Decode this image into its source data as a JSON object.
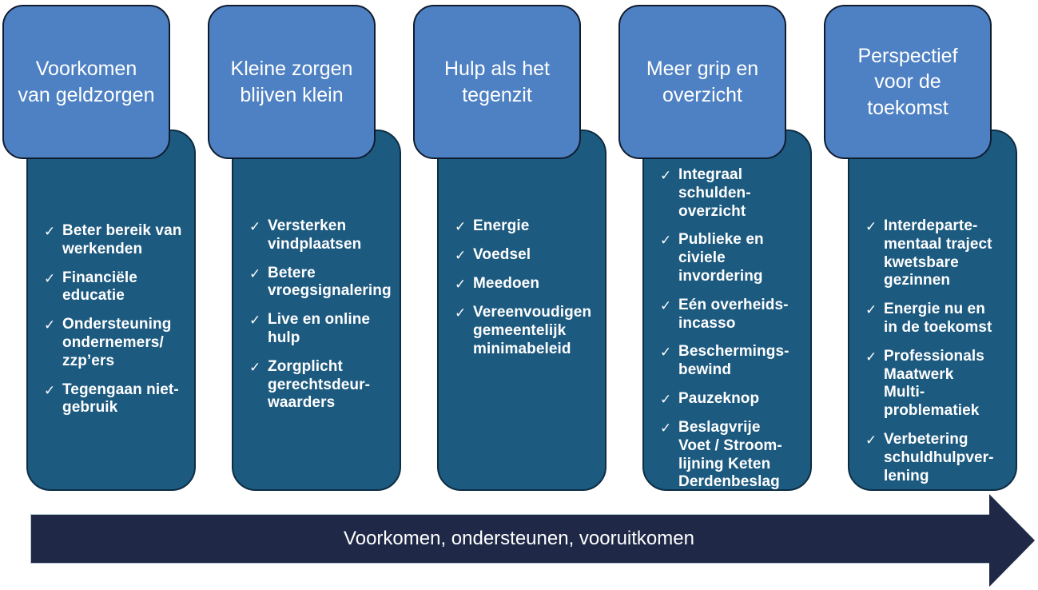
{
  "pillars": [
    {
      "title": "Voorkomen\nvan geldzorgen",
      "items": [
        "Beter bereik van\nwerkenden",
        "Financiële\neducatie",
        "Ondersteuning\nondernemers/\nzzp’ers",
        "Tegengaan niet-\ngebruik"
      ]
    },
    {
      "title": "Kleine zorgen\nblijven klein",
      "items": [
        "Versterken\nvindplaatsen",
        "Betere\nvroegsignalering",
        "Live en online\nhulp",
        "Zorgplicht\ngerechtsdeur-\nwaarders"
      ]
    },
    {
      "title": "Hulp als het\ntegenzit",
      "items": [
        "Energie",
        "Voedsel",
        "Meedoen",
        "Vereenvoudigen\ngemeentelijk\nminimabeleid"
      ]
    },
    {
      "title": "Meer grip en\noverzicht",
      "items": [
        "Integraal\nschulden-\noverzicht",
        "Publieke en\nciviele\ninvordering",
        "Eén overheids-\nincasso",
        "Beschermings-\nbewind",
        "Pauzeknop",
        "Beslagvrije\nVoet / Stroom-\nlijning Keten\nDerdenbeslag"
      ]
    },
    {
      "title": "Perspectief\nvoor de\ntoekomst",
      "items": [
        "Interdeparte-\nmentaal traject\nkwetsbare\ngezinnen",
        "Energie nu en\nin de toekomst",
        "Professionals\nMaatwerk\nMulti-\nproblematiek",
        "Verbetering\nschuldhulpver-\nlening"
      ]
    }
  ],
  "check_icon": "✓",
  "arrow": {
    "label": "Voorkomen, ondersteunen, vooruitkomen"
  },
  "colors": {
    "header_fill": "#4e81c3",
    "header_border": "#101c2e",
    "body_fill": "#1d5a80",
    "body_border": "#0d2e44",
    "arrow_fill": "#1f2947",
    "arrow_border": "#b0c4cc",
    "text": "#ffffff"
  }
}
